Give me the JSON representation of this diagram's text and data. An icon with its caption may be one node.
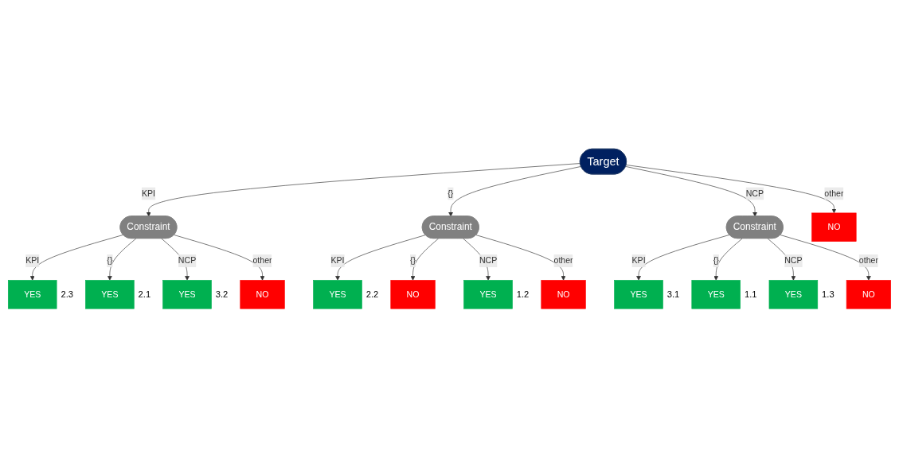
{
  "diagram": {
    "nodes": [
      {
        "text": [
          "Target"
        ]
      },
      {
        "text": [
          "Constraint"
        ]
      },
      {
        "text": [
          "Constraint"
        ]
      },
      {
        "text": [
          "Constraint"
        ]
      },
      {
        "text": [
          "NO"
        ]
      },
      {
        "text": [
          "YES"
        ],
        "beside": [
          "2.3"
        ]
      },
      {
        "text": [
          "YES"
        ],
        "beside": [
          "2.1"
        ]
      },
      {
        "text": [
          "YES"
        ],
        "beside": [
          "3.2"
        ]
      },
      {
        "text": [
          "NO"
        ]
      },
      {
        "text": [
          "YES"
        ],
        "beside": [
          "2.2"
        ]
      },
      {
        "text": [
          "NO"
        ]
      },
      {
        "text": [
          "YES"
        ],
        "beside": [
          "1.2"
        ]
      },
      {
        "text": [
          "NO"
        ]
      },
      {
        "text": [
          "YES"
        ],
        "beside": [
          "3.1"
        ]
      },
      {
        "text": [
          "YES"
        ],
        "beside": [
          "1.1"
        ]
      },
      {
        "text": [
          "YES"
        ],
        "beside": [
          "1.3"
        ]
      },
      {
        "text": [
          "NO"
        ]
      }
    ],
    "edges": [
      {
        "from": 0,
        "to": 1,
        "arrow": "to",
        "label": "KPI"
      },
      {
        "from": 0,
        "to": 2,
        "arrow": "to",
        "label": "{}"
      },
      {
        "from": 0,
        "to": 3,
        "arrow": "to",
        "label": "NCP"
      },
      {
        "from": 0,
        "to": 4,
        "arrow": "to",
        "label": "other"
      },
      {
        "from": 1,
        "to": 5,
        "arrow": "to",
        "label": "KPI"
      },
      {
        "from": 1,
        "to": 6,
        "arrow": "to",
        "label": "{}"
      },
      {
        "from": 1,
        "to": 7,
        "arrow": "to",
        "label": "NCP"
      },
      {
        "from": 1,
        "to": 8,
        "arrow": "to",
        "label": "other"
      },
      {
        "from": 2,
        "to": 9,
        "arrow": "to",
        "label": "KPI"
      },
      {
        "from": 2,
        "to": 10,
        "arrow": "to",
        "label": "{}"
      },
      {
        "from": 2,
        "to": 11,
        "arrow": "to",
        "label": "NCP"
      },
      {
        "from": 2,
        "to": 12,
        "arrow": "to",
        "label": "other"
      },
      {
        "from": 3,
        "to": 13,
        "arrow": "to",
        "label": "KPI"
      },
      {
        "from": 3,
        "to": 14,
        "arrow": "to",
        "label": "{}"
      },
      {
        "from": 3,
        "to": 15,
        "arrow": "to",
        "label": "NCP"
      },
      {
        "from": 3,
        "to": 16,
        "arrow": "to",
        "label": "other"
      }
    ]
  }
}
